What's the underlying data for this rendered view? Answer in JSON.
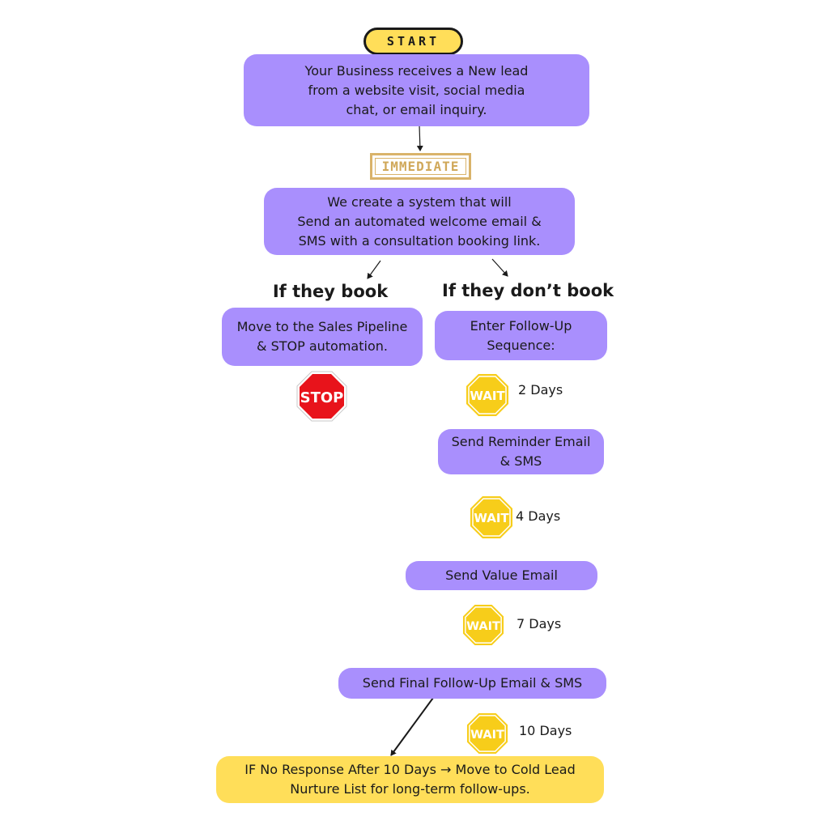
{
  "start": {
    "label": "START"
  },
  "step1": {
    "lines": [
      "Your Business receives a New lead",
      "from a website visit, social media",
      "chat, or email inquiry."
    ]
  },
  "immediate": {
    "label": "IMMEDIATE"
  },
  "step2": {
    "lines": [
      "We create a system that will",
      "Send an automated welcome email &",
      "SMS with a consultation booking link."
    ]
  },
  "branch_book": {
    "heading": "If they book",
    "box_lines": [
      "Move to the Sales Pipeline",
      "& STOP automation."
    ],
    "stop_sign": "STOP"
  },
  "branch_no_book": {
    "heading": "If they don’t book",
    "box_lines": [
      "Enter Follow-Up",
      "Sequence:"
    ]
  },
  "wait_sign": "WAIT",
  "waits": [
    {
      "label": "2 Days"
    },
    {
      "label": "4 Days"
    },
    {
      "label": "7 Days"
    },
    {
      "label": "10 Days"
    }
  ],
  "reminder": {
    "lines": [
      "Send Reminder Email",
      "& SMS"
    ]
  },
  "value_email": {
    "label": "Send Value Email"
  },
  "final_followup": {
    "label": "Send Final Follow-Up Email & SMS"
  },
  "cold_lead": {
    "lines": [
      "IF No Response After 10 Days → Move to Cold Lead",
      "Nurture List for long-term follow-ups."
    ]
  },
  "colors": {
    "box_purple": "#a98ffd",
    "box_yellow": "#ffde59",
    "stop_red": "#e8131b",
    "wait_yellow": "#f7cd1a",
    "stamp_gold": "#d0a85a"
  }
}
